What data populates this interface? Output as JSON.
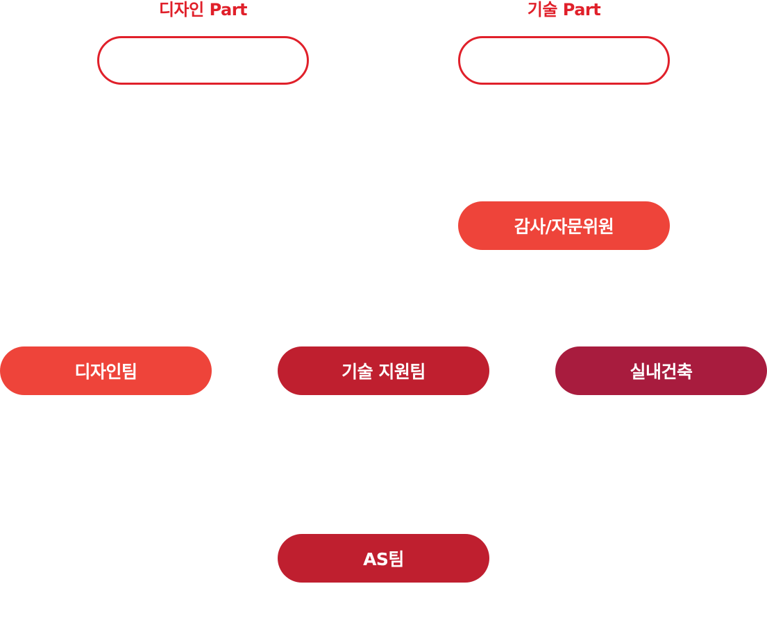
{
  "parts": {
    "design": {
      "label": "디자인 Part"
    },
    "tech": {
      "label": "기술 Part"
    }
  },
  "nodes": {
    "advisor": "감사/자문위원",
    "design_team": "디자인팀",
    "tech_support_team": "기술 지원팀",
    "interior_architecture": "실내건축",
    "as_team": "AS팀"
  },
  "colors": {
    "accent_red": "#e0202a",
    "coral": "#ee443a",
    "crimson": "#bf1f2f",
    "wine": "#a81c3e"
  }
}
